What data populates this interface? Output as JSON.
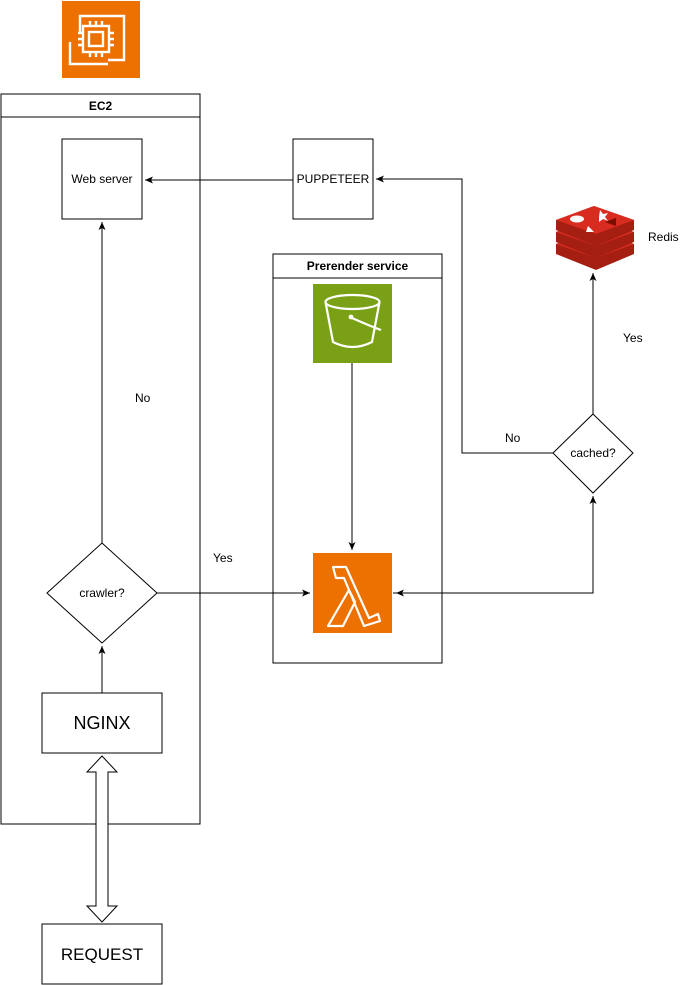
{
  "containers": {
    "ec2": "EC2",
    "prerender": "Prerender service"
  },
  "nodes": {
    "web_server": "Web server",
    "puppeteer": "PUPPETEER",
    "crawler": "crawler?",
    "cached": "cached?",
    "nginx": "NGINX",
    "request": "REQUEST",
    "redis": "Redis"
  },
  "edges": {
    "crawler_no": "No",
    "crawler_yes": "Yes",
    "cached_no": "No",
    "cached_yes": "Yes"
  },
  "icons": {
    "ec2": "ec2-instance-icon",
    "s3": "s3-bucket-icon",
    "lambda": "lambda-icon",
    "redis": "redis-icon"
  },
  "colors": {
    "aws_orange": "#ED7100",
    "s3_green": "#7AA116",
    "redis_red": "#D82C20"
  }
}
